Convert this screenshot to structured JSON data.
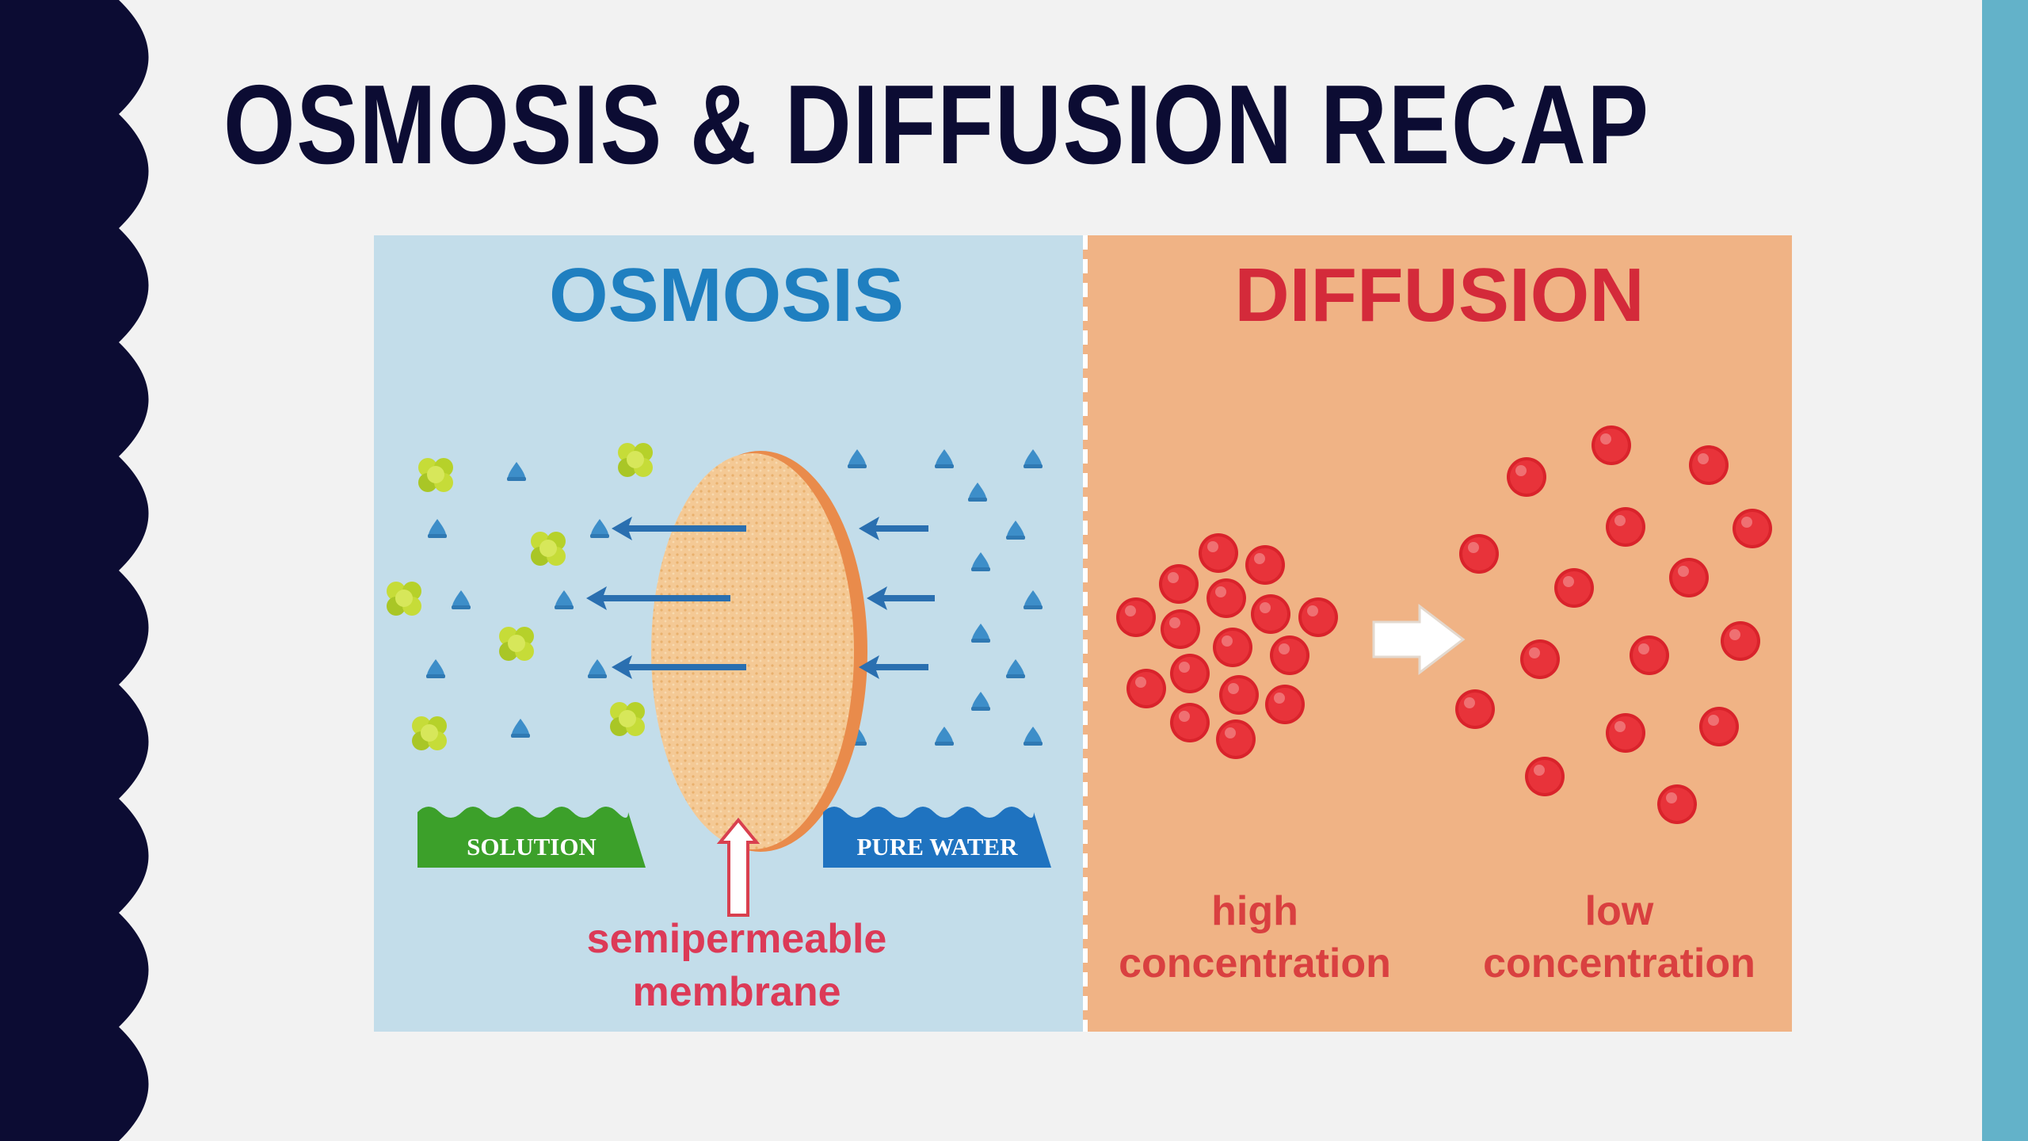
{
  "slide": {
    "title": "OSMOSIS & DIFFUSION RECAP",
    "colors": {
      "background": "#f2f2f2",
      "left_band": "#0c0c33",
      "right_band": "#63b2c9",
      "title": "#0c0c33"
    }
  },
  "figure": {
    "osmosis": {
      "heading": "OSMOSIS",
      "solution_label": "SOLUTION",
      "pure_water_label": "PURE WATER",
      "membrane_label_line1": "semipermeable",
      "membrane_label_line2": "membrane",
      "colors": {
        "panel": "#c3ddea",
        "heading": "#1f7fc0",
        "solute": "#b6d12a",
        "water": "#3d8ec9",
        "solution_tag": "#3ca02a",
        "pure_water_tag": "#1f73c0",
        "membrane": "#f2c48a",
        "label": "#dc3a57"
      }
    },
    "diffusion": {
      "heading": "DIFFUSION",
      "high_label_line1": "high",
      "high_label_line2": "concentration",
      "low_label_line1": "low",
      "low_label_line2": "concentration",
      "colors": {
        "panel": "#f0b385",
        "heading": "#d42a3a",
        "particle": "#e3262e",
        "label": "#d94040"
      }
    }
  }
}
